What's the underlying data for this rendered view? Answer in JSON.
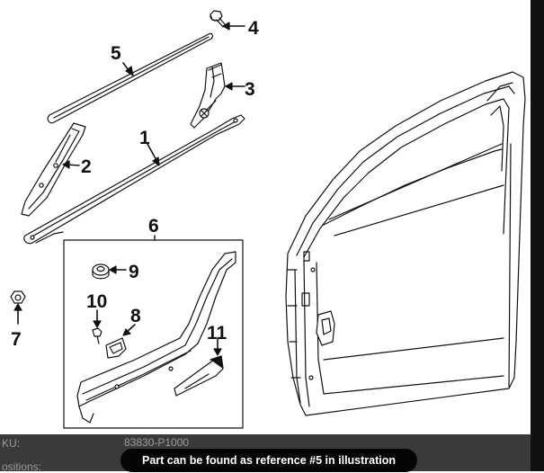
{
  "callouts": {
    "c1": "1",
    "c2": "2",
    "c3": "3",
    "c4": "4",
    "c5": "5",
    "c6": "6",
    "c7": "7",
    "c8": "8",
    "c9": "9",
    "c10": "10",
    "c11": "11"
  },
  "background_fields": {
    "label_1": "KU:",
    "label_2": "ositions:",
    "value_1": "83830-P1000"
  },
  "toast": {
    "message": "Part can be found as reference #5 in illustration"
  },
  "colors": {
    "line": "#111111",
    "toast_bg": "#050505",
    "toast_text": "#ffffff"
  }
}
